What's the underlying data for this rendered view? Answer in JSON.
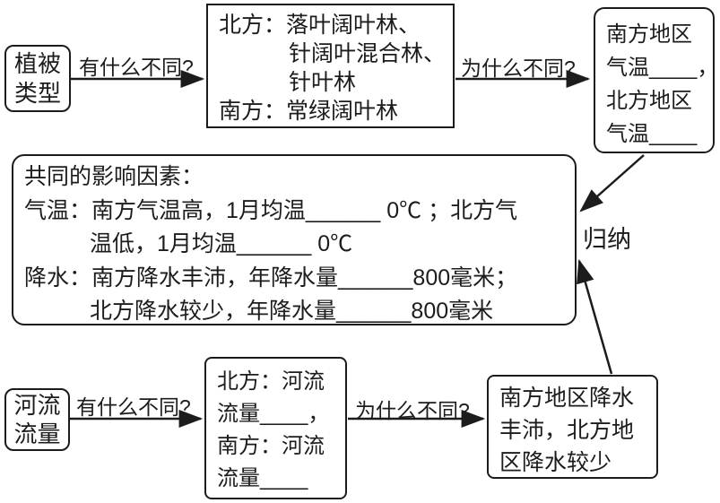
{
  "palette": {
    "ink": "#1c1c1c",
    "paper": "#ffffff"
  },
  "nodes": {
    "vegetation": {
      "lines": [
        "植被",
        "类型"
      ]
    },
    "veg_detail": {
      "lines": [
        "北方：落叶阔叶林、",
        "针阔叶混合林、",
        "针叶林",
        "南方：常绿阔叶林"
      ]
    },
    "temp_result": {
      "lines": [
        "南方地区",
        "气温____，",
        "北方地区",
        "气温____"
      ]
    },
    "common_factors": {
      "lines": [
        "共同的影响因素：",
        "气温：南方气温高，1月均温______ 0℃ ；北方气",
        "温低，1月均温______ 0℃",
        "降水：南方降水丰沛，年降水量______800毫米；",
        "北方降水较少，年降水量______800毫米"
      ]
    },
    "river": {
      "lines": [
        "河流",
        "流量"
      ]
    },
    "river_detail": {
      "lines": [
        "北方：河流",
        "流量____，",
        "南方：河流",
        "流量____"
      ]
    },
    "precip_result": {
      "lines": [
        "南方地区降水",
        "丰沛，北方地",
        "区降水较少"
      ]
    }
  },
  "labels": {
    "what_top": "有什么不同?",
    "why_top": "为什么不同?",
    "what_bottom": "有什么不同?",
    "why_bottom": "为什么不同?",
    "summarize": "归纳"
  }
}
